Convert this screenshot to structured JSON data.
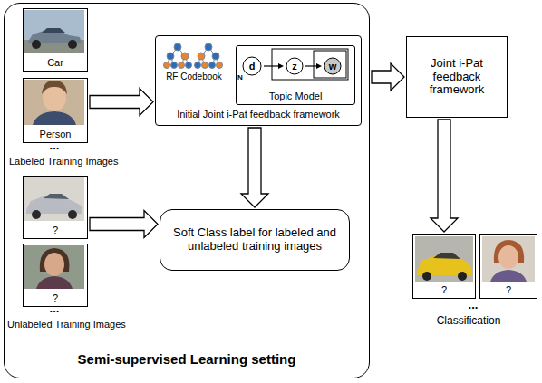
{
  "diagram": {
    "nodes": [
      {
        "text": [
          "Semi-supervised Learning setting"
        ]
      },
      {
        "text": [
          "Car"
        ],
        "in": 0
      },
      {
        "text": [
          "Person"
        ],
        "in": 0
      },
      {
        "text": [
          "?"
        ],
        "in": 0
      },
      {
        "text": [
          "?"
        ],
        "in": 0
      },
      {
        "text": [
          "Initial Joint i-Pat feedback framework"
        ],
        "in": 0
      },
      {
        "text": [
          "Topic Model"
        ],
        "in": 5
      },
      {
        "text": [
          "d"
        ],
        "in": 6
      },
      {
        "text": [
          "z"
        ],
        "in": 6
      },
      {
        "text": [
          "w"
        ],
        "in": 6
      },
      {
        "text": [
          "Soft Class label for labeled and unlabeled training images"
        ],
        "in": 0
      },
      {
        "text": [
          "Joint i-Pat feedback framework"
        ]
      },
      {
        "text": [
          "?"
        ]
      },
      {
        "text": [
          "?"
        ]
      }
    ],
    "edges": [
      {
        "from": 2,
        "to": 5,
        "arrow": "to"
      },
      {
        "from": 7,
        "to": 8,
        "arrow": "to"
      },
      {
        "from": 8,
        "to": 9,
        "arrow": "to"
      },
      {
        "from": 5,
        "to": 10,
        "arrow": "to"
      },
      {
        "from": 3,
        "to": 10,
        "arrow": "to"
      },
      {
        "from": 0,
        "to": 11,
        "arrow": "to"
      },
      {
        "from": 11,
        "to": 12,
        "arrow": "to"
      }
    ],
    "labels": [
      "...",
      "Labeled Training Images",
      "...",
      "Unlabeled Training Images",
      "RF Codebook",
      "N",
      "...",
      "Classification"
    ]
  }
}
